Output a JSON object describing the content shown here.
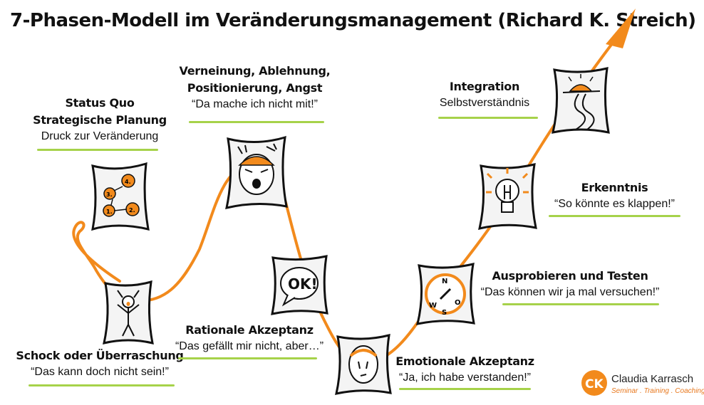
{
  "title": "7-Phasen-Modell im Veränderungsmanagement (Richard K. Streich)",
  "phases": [
    {
      "heading": "Status Quo",
      "heading2": "Strategische Planung",
      "subtitle": "Druck zur Veränderung"
    },
    {
      "heading": "Schock oder Überraschung",
      "subtitle": "“Das kann doch nicht sein!”"
    },
    {
      "heading": "Verneinung, Ablehnung,",
      "heading2": "Positionierung, Angst",
      "subtitle": "“Da mache ich nicht mit!”"
    },
    {
      "heading": "Rationale Akzeptanz",
      "subtitle": "“Das gefällt mir nicht, aber…”"
    },
    {
      "heading": "Emotionale Akzeptanz",
      "subtitle": "“Ja, ich habe verstanden!”"
    },
    {
      "heading": "Ausprobieren und Testen",
      "subtitle": "“Das können wir ja mal versuchen!”"
    },
    {
      "heading": "Erkenntnis",
      "subtitle": "“So könnte es klappen!”"
    },
    {
      "heading": "Integration",
      "subtitle": "Selbstverständnis"
    }
  ],
  "icons": {
    "ok_bubble": "OK!",
    "compass_n": "N",
    "compass_w": "W",
    "compass_o": "O",
    "compass_s": "S",
    "plan_steps": [
      "1.",
      "2.",
      "3.",
      "4."
    ]
  },
  "colors": {
    "accent": "#f28a1c",
    "underline": "#a6d24a",
    "ink": "#111111"
  },
  "logo": {
    "initials": "CK",
    "name": "Claudia Karrasch",
    "tagline": "Seminar . Training . Coaching"
  }
}
